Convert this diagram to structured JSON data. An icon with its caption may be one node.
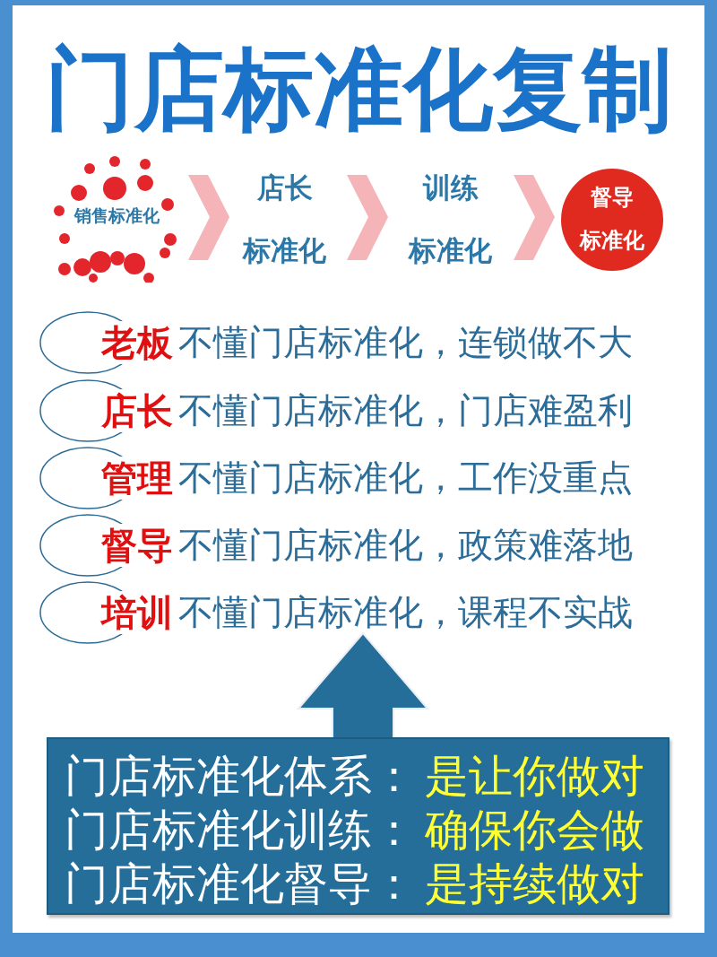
{
  "diagram": {
    "title": "门店标准化复制",
    "nodes": [
      {
        "text": [
          "销售标准化"
        ]
      },
      {
        "text": [
          "店长",
          "标准化"
        ]
      },
      {
        "text": [
          "训练",
          "标准化"
        ]
      },
      {
        "text": [
          "督导",
          "标准化"
        ]
      },
      {
        "text": [
          "老板"
        ],
        "beside": [
          "不懂门店标准化，连锁做不大"
        ]
      },
      {
        "text": [
          "店长"
        ],
        "beside": [
          "不懂门店标准化，门店难盈利"
        ]
      },
      {
        "text": [
          "管理"
        ],
        "beside": [
          "不懂门店标准化，工作没重点"
        ]
      },
      {
        "text": [
          "督导"
        ],
        "beside": [
          "不懂门店标准化，政策难落地"
        ]
      },
      {
        "text": [
          "培训"
        ],
        "beside": [
          "不懂门店标准化，课程不实战"
        ]
      },
      {
        "text": [
          "门店标准化体系：",
          "是让你做对",
          "门店标准化训练：",
          "确保你会做",
          "门店标准化督导：",
          "是持续做对"
        ]
      }
    ],
    "edges": [
      {
        "from": 0,
        "to": 1,
        "arrow": "to"
      },
      {
        "from": 1,
        "to": 2,
        "arrow": "to"
      },
      {
        "from": 2,
        "to": 3,
        "arrow": "to"
      },
      {
        "from": 9,
        "to": null,
        "arrow": "to"
      }
    ]
  }
}
